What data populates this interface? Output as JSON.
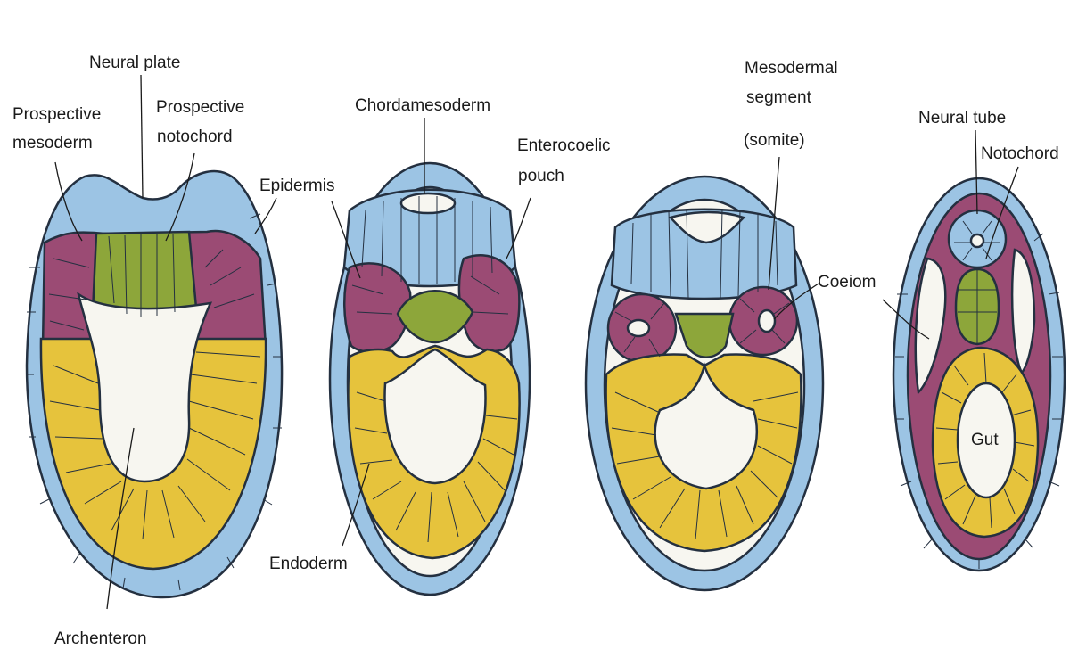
{
  "colors": {
    "epidermis": "#9cc4e4",
    "mesoderm": "#9b4b74",
    "notochord": "#8da63a",
    "endoderm": "#e6c33c",
    "cavity": "#f7f6f0",
    "outline": "#243040"
  },
  "labels": {
    "neural_plate": "Neural plate",
    "prospective_mesoderm_1": "Prospective",
    "prospective_mesoderm_2": "mesoderm",
    "prospective_notochord_1": "Prospective",
    "prospective_notochord_2": "notochord",
    "epidermis": "Epidermis",
    "archenteron": "Archenteron",
    "chordamesoderm": "Chordamesoderm",
    "enterocoelic_1": "Enterocoelic",
    "enterocoelic_2": "pouch",
    "endoderm": "Endoderm",
    "mesodermal_1": "Mesodermal",
    "mesodermal_2": "segment",
    "mesodermal_3": "(somite)",
    "coelom": "Coeiom",
    "neural_tube": "Neural tube",
    "notochord": "Notochord",
    "gut": "Gut"
  }
}
